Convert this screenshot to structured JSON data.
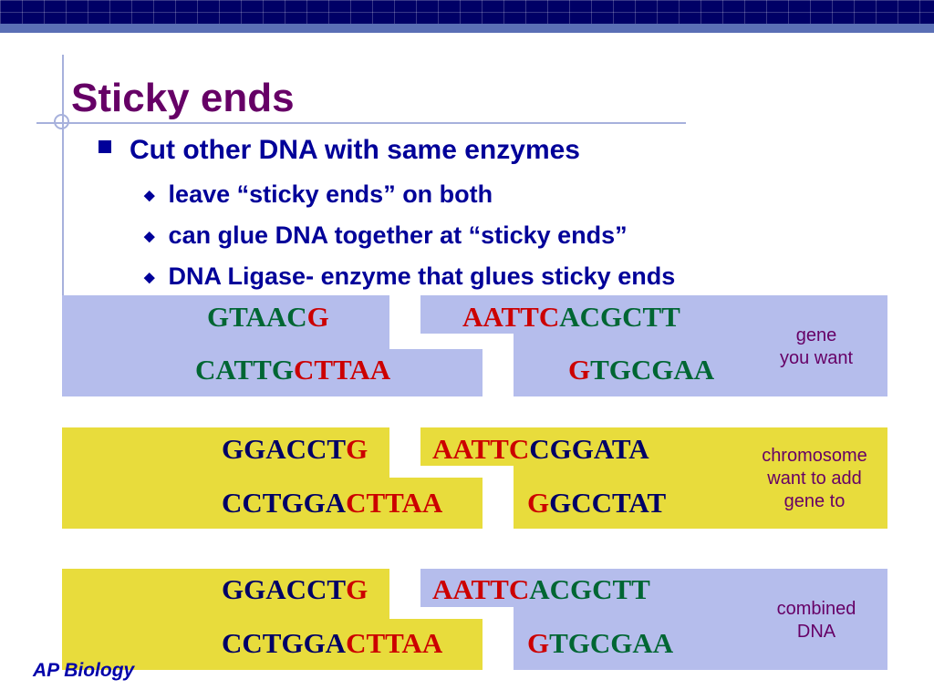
{
  "title": "Sticky ends",
  "bullet_main": "Cut other DNA with same enzymes",
  "sub_bullets": [
    "leave “sticky ends” on both",
    "can glue DNA together at “sticky ends”",
    "DNA Ligase- enzyme that glues sticky ends"
  ],
  "colors": {
    "blue_block": "#b5bdec",
    "yellow_block": "#e8dc3c",
    "green": "#006633",
    "red": "#cc0000",
    "navy": "#000066",
    "purple": "#660066"
  },
  "blocks": [
    {
      "top_left": [
        "GTAAC",
        "G"
      ],
      "top_right": [
        "AATTC",
        "ACGCTT"
      ],
      "bottom_left": [
        "CATTG",
        "CTTAA"
      ],
      "bottom_right": [
        "G",
        "TGCGAA"
      ],
      "label": "gene\nyou want"
    },
    {
      "top_left": [
        "GGACCT",
        "G"
      ],
      "top_right": [
        "AATTC",
        "CGGATA"
      ],
      "bottom_left": [
        "CCTGGA",
        "CTTAA"
      ],
      "bottom_right": [
        "G",
        "GCCTAT"
      ],
      "label": "chromosome\nwant to add\ngene to"
    },
    {
      "top_left": [
        "GGACCT",
        "G"
      ],
      "top_right": [
        "AATTC",
        "ACGCTT"
      ],
      "bottom_left": [
        "CCTGGA",
        "CTTAA"
      ],
      "bottom_right": [
        "G",
        "TGCGAA"
      ],
      "label": "combined\nDNA"
    }
  ],
  "footer": "AP Biology"
}
